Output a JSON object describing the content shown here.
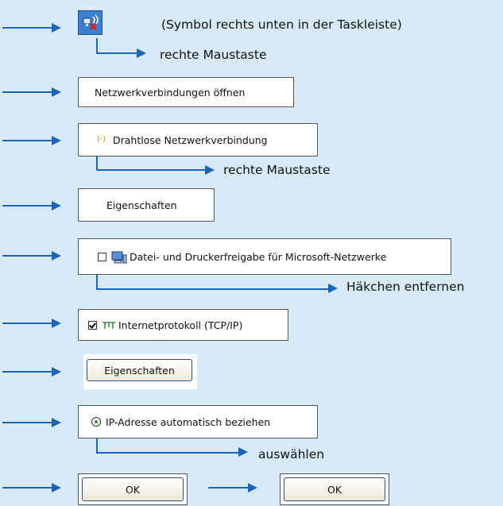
{
  "step1": {
    "hint": "(Symbol rechts unten in der Taskleiste)",
    "action": "rechte Maustaste"
  },
  "step2": {
    "label": "Netzwerkverbindungen öffnen"
  },
  "step3": {
    "label": "Drahtlose Netzwerkverbindung",
    "action": "rechte Maustaste"
  },
  "step4": {
    "label": "Eigenschaften"
  },
  "step5": {
    "label": "Datei- und Druckerfreigabe für Microsoft-Netzwerke",
    "checked": false,
    "action": "Häkchen entfernen"
  },
  "step6": {
    "label": "Internetprotokoll (TCP/IP)",
    "checked": true
  },
  "step7": {
    "button_label": "Eigenschaften"
  },
  "step8": {
    "label": "IP-Adresse automatisch beziehen",
    "selected": true,
    "action": "auswählen"
  },
  "step9": {
    "ok_label_1": "OK",
    "ok_label_2": "OK"
  },
  "colors": {
    "background": "#d8e9f7",
    "arrow": "#1d63b8"
  },
  "icons": {
    "tray": "network-tray-icon",
    "wireless": "wireless-icon",
    "computer": "computer-icon",
    "protocol": "protocol-icon"
  }
}
